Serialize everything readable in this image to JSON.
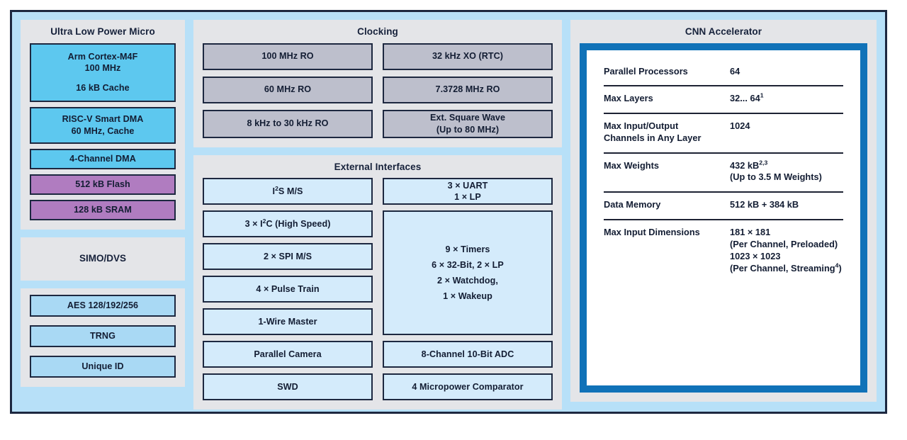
{
  "colors": {
    "frame_border": "#1d2840",
    "frame_fill": "#b7e0f8",
    "panel_fill": "#e4e5e8",
    "core_cyan": "#5dc8ef",
    "memory_purple": "#b07cc0",
    "light_blue": "#a9d9f4",
    "clock_gray": "#bdbfcc",
    "interface_blue": "#d4ebfb",
    "cnn_blue": "#1072b8",
    "text_dark": "#131d33"
  },
  "left_column": {
    "ulp": {
      "title": "Ultra Low Power Micro",
      "blocks": [
        {
          "label": "Arm Cortex-M4F\n100 MHz\n\n16 kB Cache",
          "line1": "Arm Cortex-M4F",
          "line2": "100 MHz",
          "line3": "16 kB Cache",
          "color": "cyan"
        },
        {
          "line1": "RISC-V Smart DMA",
          "line2": "60 MHz, Cache",
          "color": "cyan"
        },
        {
          "line1": "4-Channel DMA",
          "color": "cyan"
        },
        {
          "line1": "512 kB Flash",
          "color": "purple"
        },
        {
          "line1": "128 kB SRAM",
          "color": "purple"
        }
      ]
    },
    "simo": {
      "title": "SIMO/DVS"
    },
    "security": {
      "blocks": [
        {
          "label": "AES 128/192/256"
        },
        {
          "label": "TRNG"
        },
        {
          "label": "Unique ID"
        }
      ]
    }
  },
  "clocking": {
    "title": "Clocking",
    "blocks": [
      {
        "col": "left",
        "line1": "100 MHz RO"
      },
      {
        "col": "right",
        "line1": "32 kHz XO (RTC)"
      },
      {
        "col": "left",
        "line1": "60 MHz RO"
      },
      {
        "col": "right",
        "line1": "7.3728 MHz RO"
      },
      {
        "col": "left",
        "line1": "8 kHz to 30 kHz RO"
      },
      {
        "col": "right",
        "line1": "Ext. Square Wave",
        "line2": "(Up to 80 MHz)"
      }
    ]
  },
  "external_interfaces": {
    "title": "External Interfaces",
    "left_blocks": [
      {
        "pre": "I",
        "sup": "2",
        "post": "S M/S"
      },
      {
        "pre": "3 × I",
        "sup": "2",
        "post": "C (High Speed)"
      },
      {
        "pre": "2 × SPI M/S",
        "sup": "",
        "post": ""
      },
      {
        "pre": "4 × Pulse Train",
        "sup": "",
        "post": ""
      },
      {
        "pre": "1-Wire Master",
        "sup": "",
        "post": ""
      },
      {
        "pre": "Parallel Camera",
        "sup": "",
        "post": ""
      },
      {
        "pre": "SWD",
        "sup": "",
        "post": ""
      }
    ],
    "right_blocks": {
      "uart": {
        "line1": "3 × UART",
        "line2": "1 × LP"
      },
      "timers": {
        "line1": "9 × Timers",
        "line2": "6 × 32-Bit, 2 × LP",
        "line3": "2 × Watchdog,",
        "line4": "1 × Wakeup"
      },
      "adc": {
        "line1": "8-Channel 10-Bit ADC"
      },
      "comparator": {
        "line1": "4 Micropower Comparator"
      }
    }
  },
  "cnn": {
    "title": "CNN Accelerator",
    "rows": [
      {
        "label": "Parallel Processors",
        "value_lines": [
          {
            "text": "64"
          }
        ]
      },
      {
        "label": "Max Layers",
        "value_lines": [
          {
            "text": "32... 64",
            "sup": "1"
          }
        ]
      },
      {
        "label": "Max Input/Output Channels in Any Layer",
        "label_line1": "Max Input/Output",
        "label_line2": "Channels in Any Layer",
        "value_lines": [
          {
            "text": "1024"
          }
        ]
      },
      {
        "label": "Max Weights",
        "value_lines": [
          {
            "text": "432 kB",
            "sup": "2,3"
          },
          {
            "text": "(Up to 3.5 M Weights)"
          }
        ]
      },
      {
        "label": "Data Memory",
        "value_lines": [
          {
            "text": "512 kB + 384 kB"
          }
        ]
      },
      {
        "label": "Max Input Dimensions",
        "value_lines": [
          {
            "text": "181 × 181"
          },
          {
            "text": "(Per Channel, Preloaded)"
          },
          {
            "text": "1023 × 1023"
          },
          {
            "text": "(Per Channel, Streaming",
            "sup": "4",
            "tail": ")"
          }
        ]
      }
    ]
  }
}
